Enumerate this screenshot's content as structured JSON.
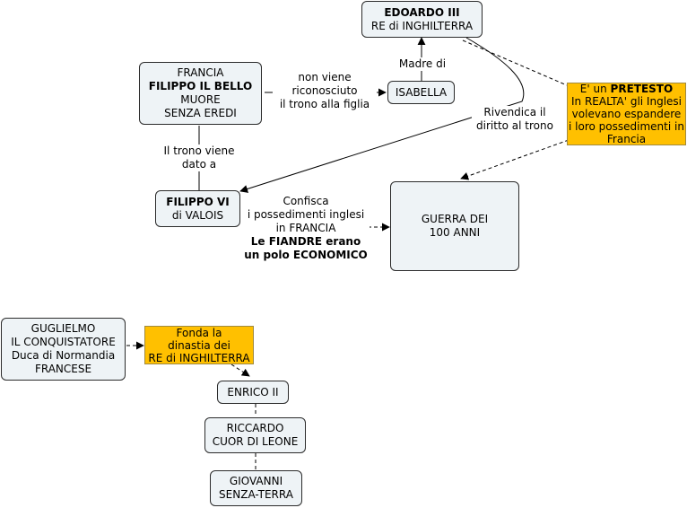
{
  "nodes": {
    "edoardo": {
      "line1": "EDOARDO III",
      "line2": "RE di INGHILTERRA"
    },
    "francia": {
      "line1": "FRANCIA",
      "line2": "FILIPPO IL BELLO",
      "line3": "MUORE",
      "line4": "SENZA EREDI"
    },
    "isabella": {
      "line1": "ISABELLA"
    },
    "filippo_vi": {
      "line1": "FILIPPO VI",
      "line2": "di VALOIS"
    },
    "guerra": {
      "line1": "GUERRA DEI",
      "line2": "100 ANNI"
    },
    "guglielmo": {
      "line1": "GUGLIELMO",
      "line2": "IL CONQUISTATORE",
      "line3": "Duca di Normandia",
      "line4": "FRANCESE"
    },
    "enrico": {
      "line1": "ENRICO II"
    },
    "riccardo": {
      "line1": "RICCARDO",
      "line2": "CUOR DI LEONE"
    },
    "giovanni": {
      "line1": "GIOVANNI",
      "line2": "SENZA-TERRA"
    }
  },
  "notes": {
    "pretesto": {
      "prefix": "E' un ",
      "bold": "PRETESTO",
      "line2": "In REALTA' gli Inglesi",
      "line3": "volevano espandere",
      "line4": "i loro possedimenti in",
      "line5": "Francia"
    },
    "fonda": {
      "line1": "Fonda la",
      "line2": "dinastia dei",
      "line3": "RE di INGHILTERRA"
    }
  },
  "labels": {
    "madre": "Madre di",
    "non_viene": {
      "line1": "non viene",
      "line2": "riconosciuto",
      "line3": "il trono alla figlia"
    },
    "rivendica": {
      "line1": "Rivendica il",
      "line2": "diritto al trono"
    },
    "trono": {
      "line1": "Il trono viene",
      "line2": "dato a"
    },
    "confisca": {
      "line1": "Confisca",
      "line2": "i possedimenti  inglesi",
      "line3": "in FRANCIA",
      "line4": "Le FIANDRE erano",
      "line5": "un polo ECONOMICO"
    }
  }
}
